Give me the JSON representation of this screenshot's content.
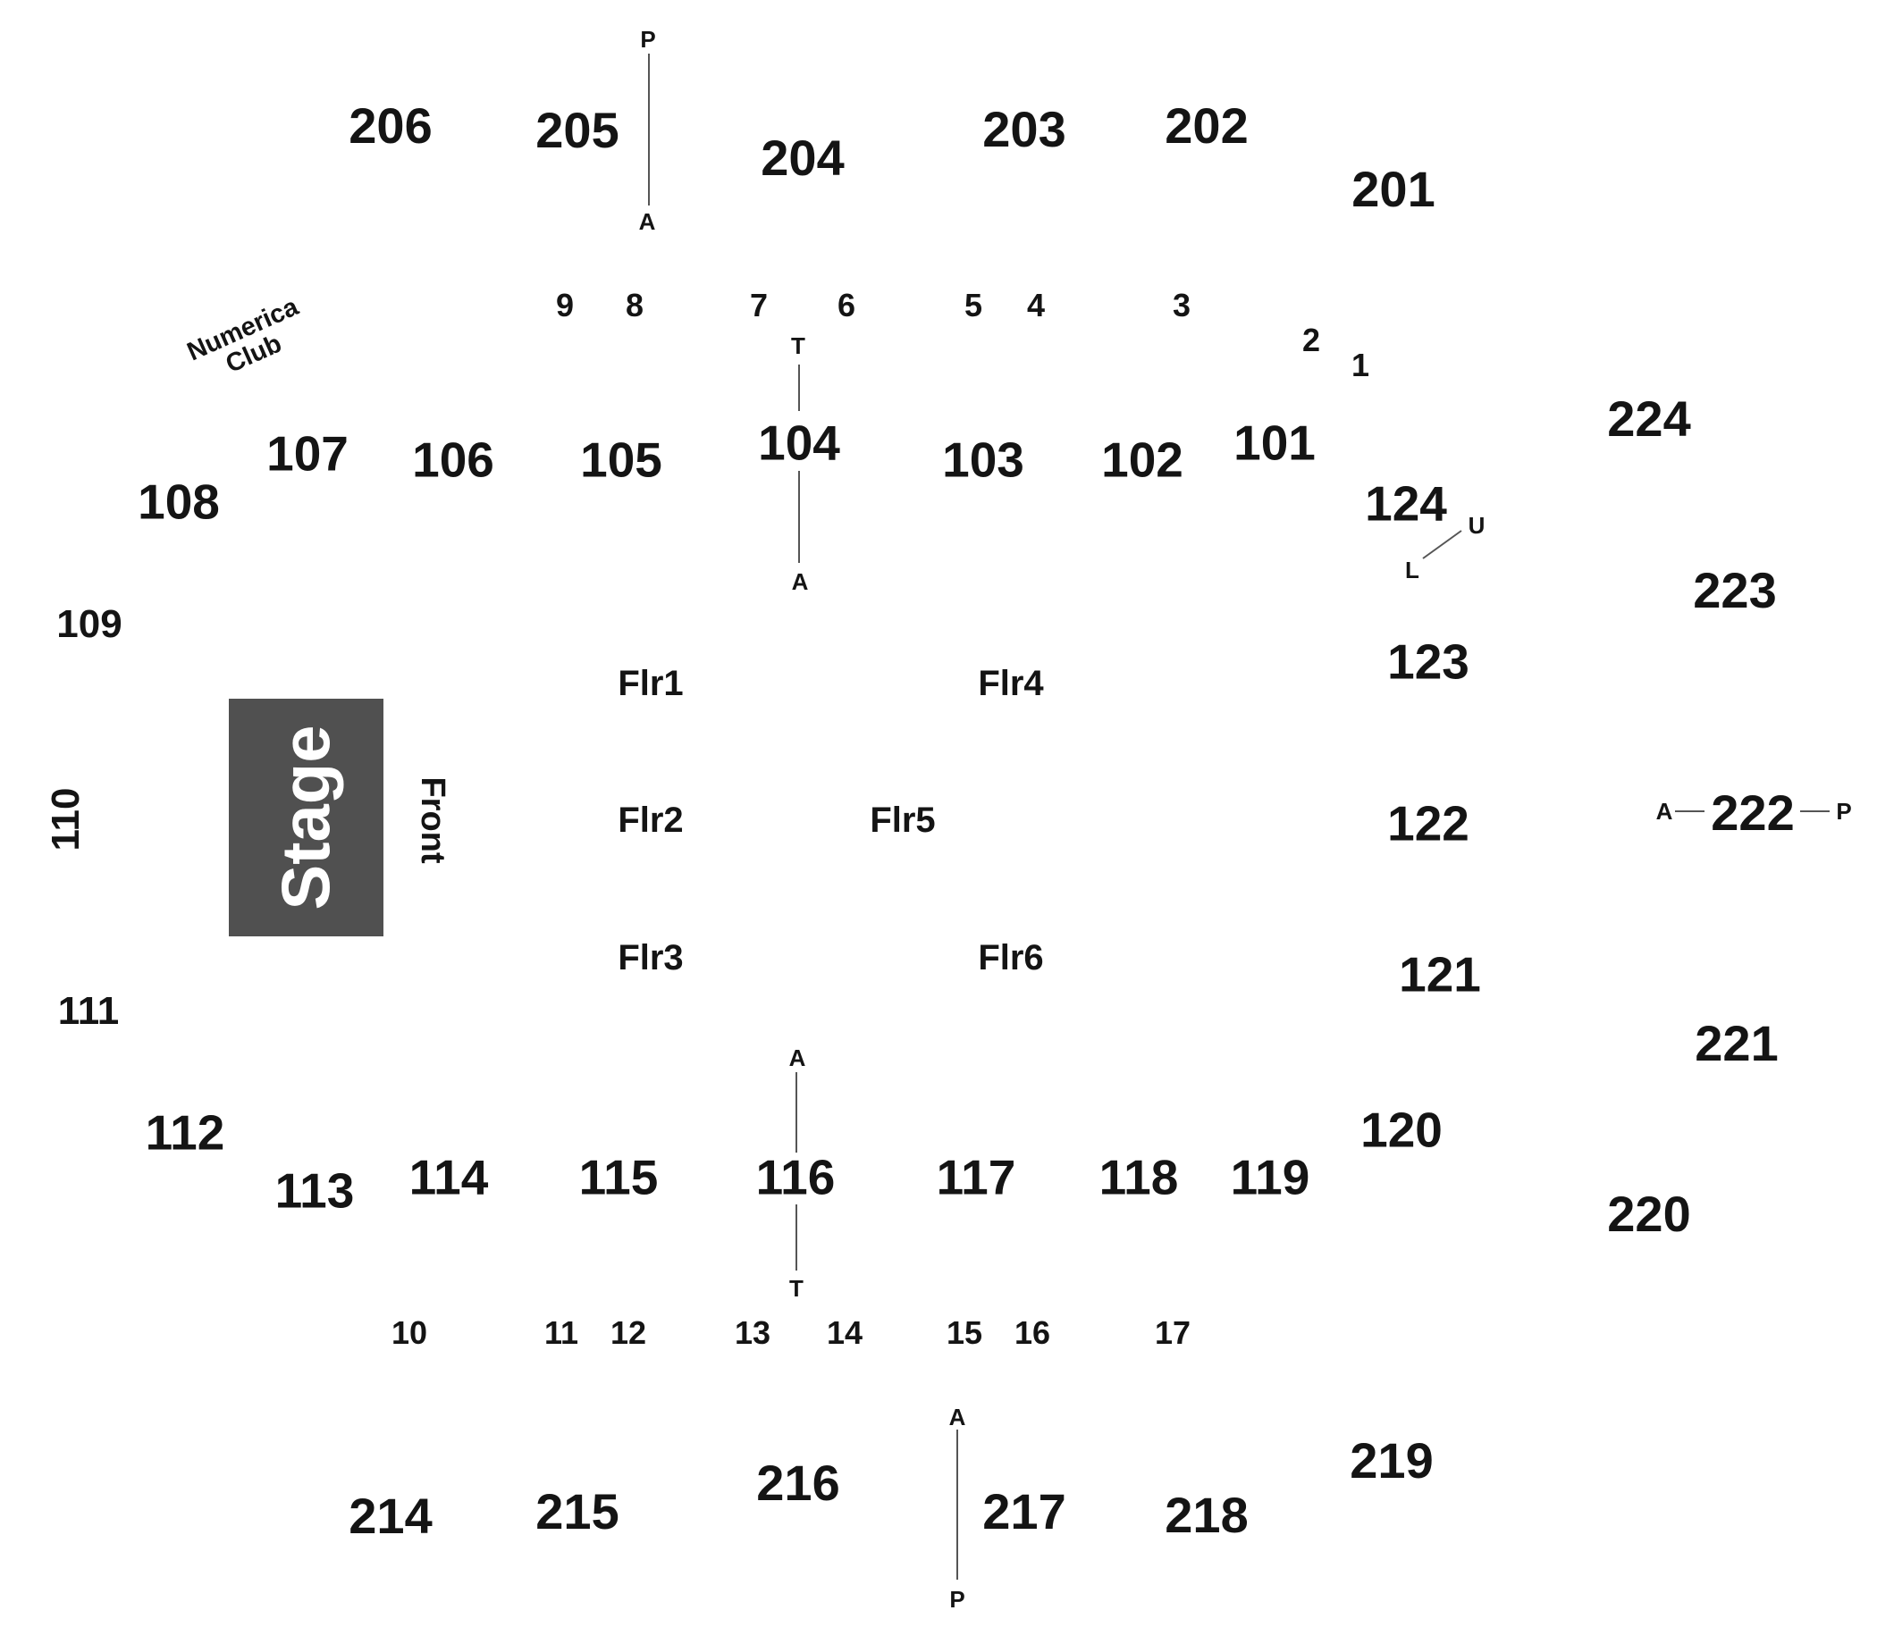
{
  "stage": {
    "label": "Stage",
    "front_label": "Front",
    "color": "#505050"
  },
  "club": {
    "line1": "Numerica",
    "line2": "Club"
  },
  "upper_sections": {
    "s201": "201",
    "s202": "202",
    "s203": "203",
    "s204": "204",
    "s205": "205",
    "s206": "206",
    "s214": "214",
    "s215": "215",
    "s216": "216",
    "s217": "217",
    "s218": "218",
    "s219": "219",
    "s220": "220",
    "s221": "221",
    "s222": "222",
    "s223": "223",
    "s224": "224"
  },
  "lower_sections": {
    "s101": "101",
    "s102": "102",
    "s103": "103",
    "s104": "104",
    "s105": "105",
    "s106": "106",
    "s107": "107",
    "s108": "108",
    "s109": "109",
    "s110": "110",
    "s111": "111",
    "s112": "112",
    "s113": "113",
    "s114": "114",
    "s115": "115",
    "s116": "116",
    "s117": "117",
    "s118": "118",
    "s119": "119",
    "s120": "120",
    "s121": "121",
    "s122": "122",
    "s123": "123",
    "s124": "124"
  },
  "floor_sections": {
    "f1": "Flr1",
    "f2": "Flr2",
    "f3": "Flr3",
    "f4": "Flr4",
    "f5": "Flr5",
    "f6": "Flr6"
  },
  "rows": {
    "r1": "1",
    "r2": "2",
    "r3": "3",
    "r4": "4",
    "r5": "5",
    "r6": "6",
    "r7": "7",
    "r8": "8",
    "r9": "9",
    "r10": "10",
    "r11": "11",
    "r12": "12",
    "r13": "13",
    "r14": "14",
    "r15": "15",
    "r16": "16",
    "r17": "17"
  },
  "aisle_markers": {
    "top_205_p": "P",
    "top_205_a": "A",
    "top_104_t": "T",
    "top_104_a": "A",
    "right_124_u": "U",
    "right_124_l": "L",
    "right_222_a": "A",
    "right_222_p": "P",
    "bot_116_a": "A",
    "bot_116_t": "T",
    "bot_217_a": "A",
    "bot_217_p": "P"
  },
  "colors": {
    "text": "#141414",
    "lines": "#555555",
    "background": "#ffffff"
  }
}
